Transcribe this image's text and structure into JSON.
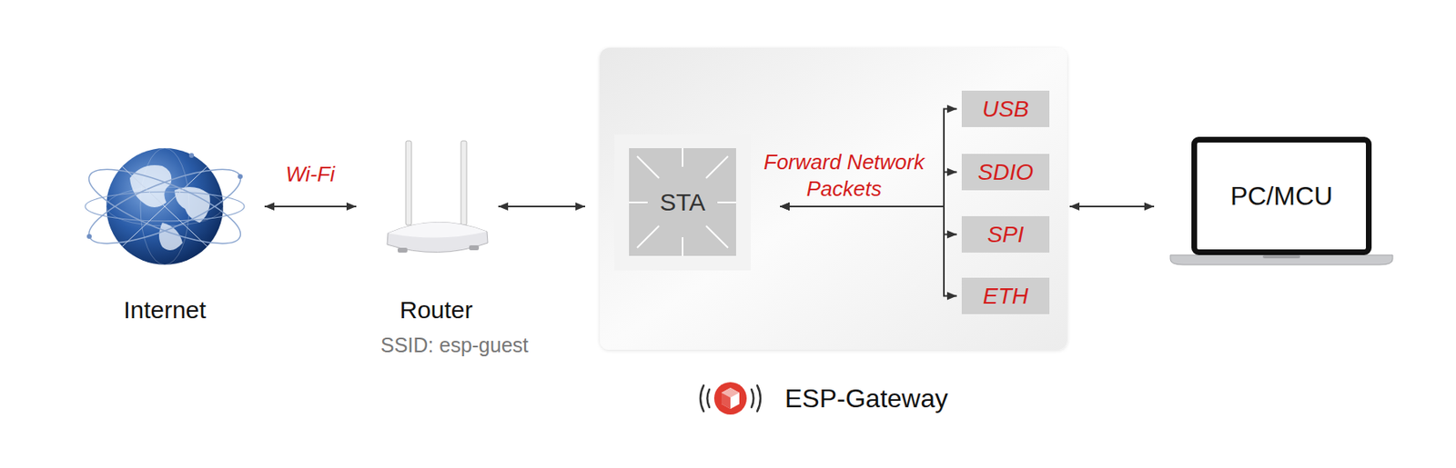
{
  "diagram": {
    "nodes": [
      {
        "text": [
          "Internet"
        ]
      },
      {
        "text": [
          "Router",
          "SSID: esp-guest"
        ]
      },
      {
        "text": [
          "ESP-Gateway"
        ]
      },
      {
        "text": [
          "STA"
        ],
        "in": 2
      },
      {
        "text": [
          "USB"
        ],
        "in": 2
      },
      {
        "text": [
          "SDIO"
        ],
        "in": 2
      },
      {
        "text": [
          "SPI"
        ],
        "in": 2
      },
      {
        "text": [
          "ETH"
        ],
        "in": 2
      },
      {
        "text": [
          "PC/MCU"
        ]
      }
    ],
    "edges": [
      {
        "from": 0,
        "to": 1,
        "arrow": "both",
        "label": "Wi-Fi"
      },
      {
        "from": 1,
        "to": 2,
        "arrow": "both"
      },
      {
        "from": 3,
        "to": 4,
        "arrow": "both",
        "label": "Forward Network Packets"
      },
      {
        "from": 3,
        "to": 5,
        "arrow": "both"
      },
      {
        "from": 3,
        "to": 6,
        "arrow": "both"
      },
      {
        "from": 3,
        "to": 7,
        "arrow": "both"
      },
      {
        "from": 2,
        "to": 8,
        "arrow": "both"
      }
    ]
  }
}
